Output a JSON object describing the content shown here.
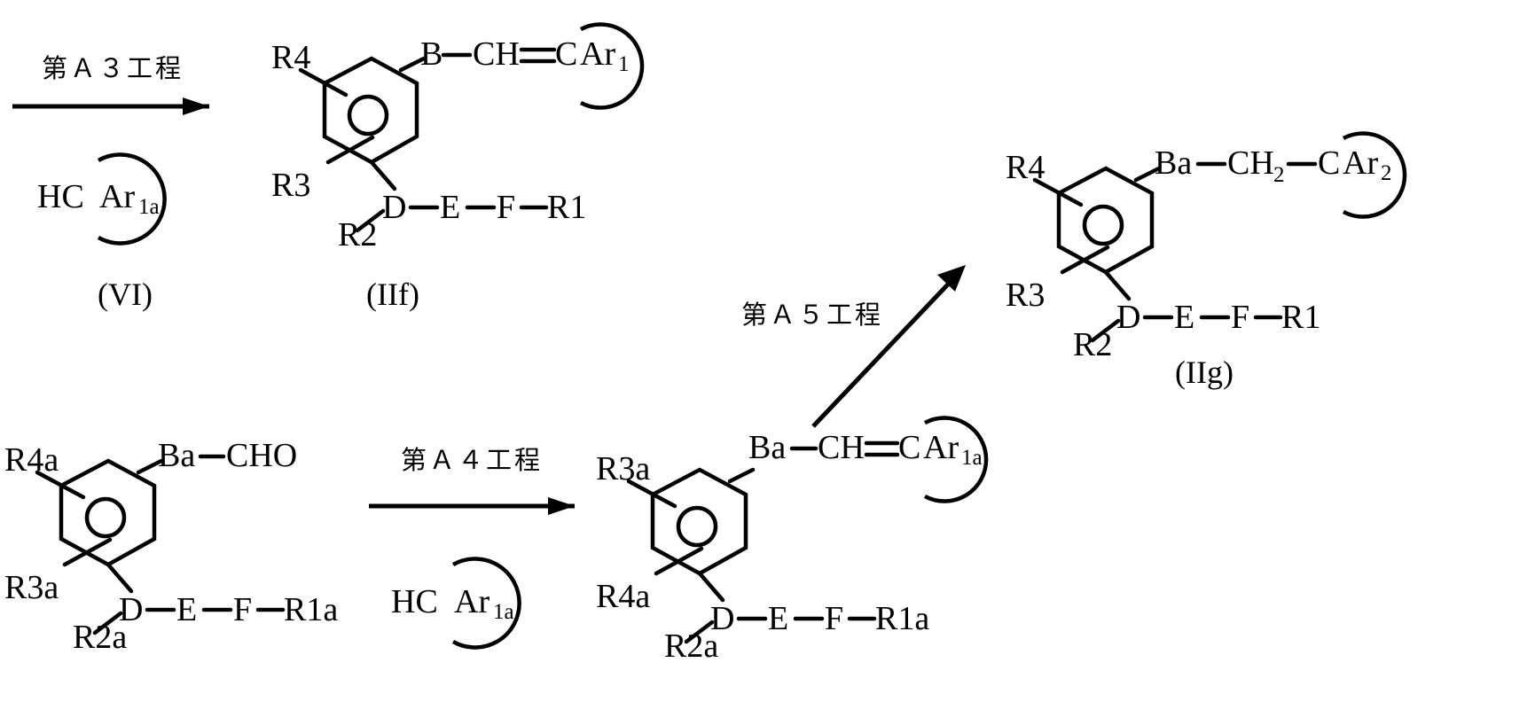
{
  "diagram": {
    "title": "Reaction scheme A3/A4/A5",
    "background": "#ffffff",
    "ink": "#000000"
  },
  "steps": [
    {
      "id": "a3",
      "label": "第Ａ３工程",
      "reagent_left": "HC",
      "reagent_ring": "Ar",
      "reagent_ring_sub": "1a",
      "reagent_compound": "(VI)"
    },
    {
      "id": "a4",
      "label": "第Ａ４工程",
      "reagent_left": "HC",
      "reagent_ring": "Ar",
      "reagent_ring_sub": "1a"
    },
    {
      "id": "a5",
      "label": "第Ａ５工程"
    }
  ],
  "structures": [
    {
      "id": "IIf",
      "compound_label": "(IIf)",
      "top_left_sub": "R4",
      "bottom_left_sub": "R3",
      "n_sub": "R2",
      "chain_top": [
        "B",
        "CH",
        "C"
      ],
      "chain_top_bond": "double",
      "aryl": "Ar",
      "aryl_sub": "1",
      "chain_bottom": [
        "D",
        "E",
        "F",
        "R1"
      ]
    },
    {
      "id": "IIg",
      "compound_label": "(IIg)",
      "top_left_sub": "R4",
      "bottom_left_sub": "R3",
      "n_sub": "R2",
      "chain_top": [
        "Ba",
        "CH2",
        "C"
      ],
      "chain_top_bond": "single",
      "aryl": "Ar",
      "aryl_sub": "2",
      "chain_bottom": [
        "D",
        "E",
        "F",
        "R1"
      ]
    },
    {
      "id": "aldehyde",
      "compound_label": "",
      "top_left_sub": "R4a",
      "bottom_left_sub": "R3a",
      "n_sub": "R2a",
      "chain_top": [
        "Ba",
        "CHO"
      ],
      "chain_top_bond": "single",
      "aryl": "",
      "aryl_sub": "",
      "chain_bottom": [
        "D",
        "E",
        "F",
        "R1a"
      ]
    },
    {
      "id": "alkene-a",
      "compound_label": "",
      "top_left_sub": "R3a",
      "bottom_left_sub": "R4a",
      "n_sub": "R2a",
      "chain_top": [
        "Ba",
        "CH",
        "C"
      ],
      "chain_top_bond": "double",
      "aryl": "Ar",
      "aryl_sub": "1a",
      "chain_bottom": [
        "D",
        "E",
        "F",
        "R1a"
      ]
    }
  ],
  "atoms": {
    "B": "B",
    "Ba": "Ba",
    "CH": "CH",
    "CH2_base": "CH",
    "CH2_sub": "2",
    "C": "C",
    "CHO": "CHO",
    "D": "D",
    "E": "E",
    "F": "F",
    "HC": "HC",
    "Ar": "Ar"
  },
  "subscripts": {
    "one": "1",
    "two": "2",
    "one_a": "1a"
  },
  "r_groups": {
    "R1": "R1",
    "R1a": "R1a",
    "R2": "R2",
    "R2a": "R2a",
    "R3": "R3",
    "R3a": "R3a",
    "R4": "R4",
    "R4a": "R4a"
  },
  "compound_labels": {
    "VI": "(VI)",
    "IIf": "(IIf)",
    "IIg": "(IIg)"
  }
}
